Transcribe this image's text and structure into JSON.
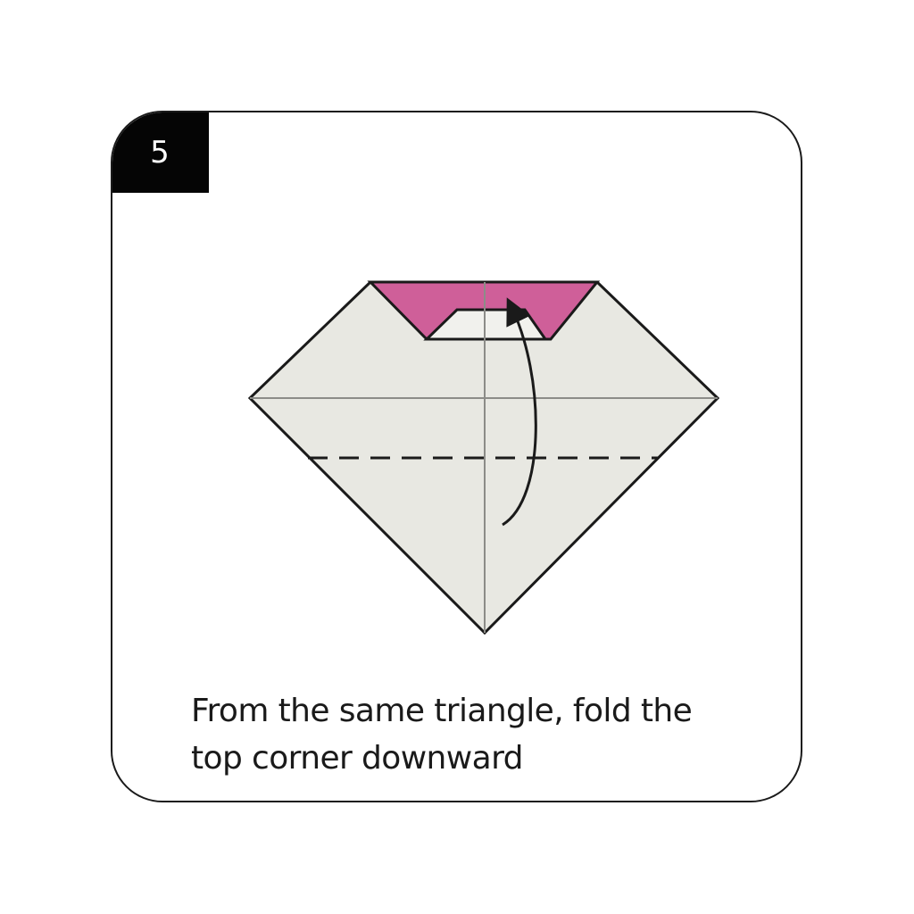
{
  "step": {
    "number": "5"
  },
  "instruction": {
    "line1": "From the same triangle, fold the",
    "line2": "top corner downward"
  },
  "colors": {
    "paper": "#e8e8e2",
    "flap": "#cf5f99",
    "outline": "#1a1a1a",
    "crease": "#8c8c88",
    "badge": "#050505"
  }
}
